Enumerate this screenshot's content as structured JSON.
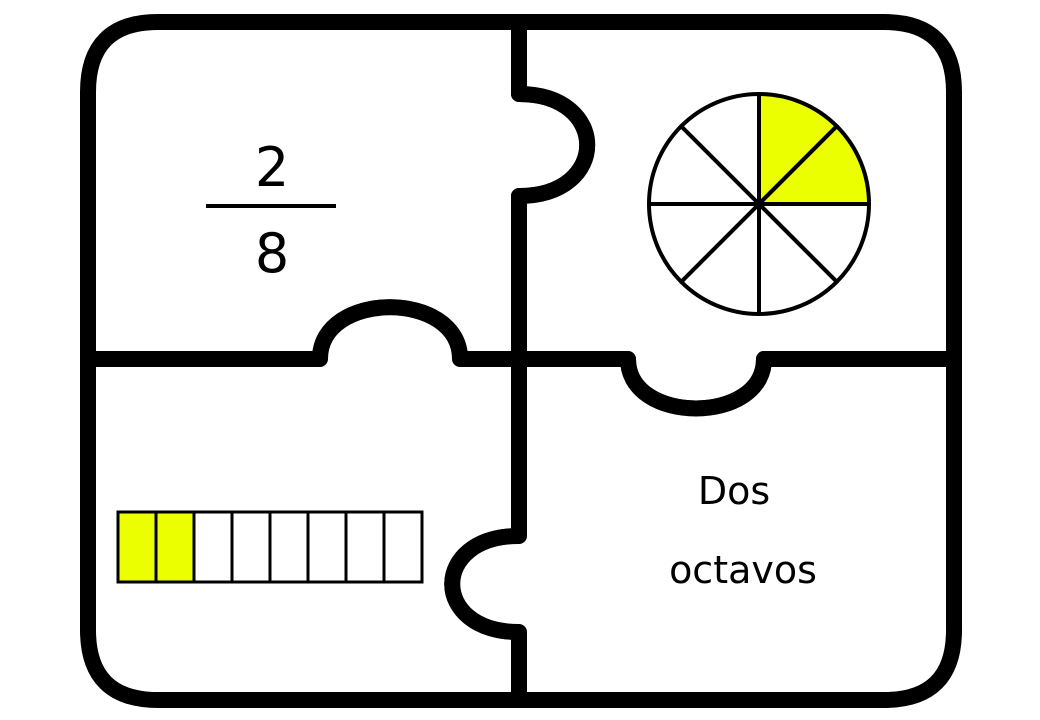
{
  "fraction": {
    "numerator": "2",
    "denominator": "8"
  },
  "words": {
    "line1": "Dos",
    "line2": "octavos"
  },
  "pie": {
    "total_slices": 8,
    "shaded_slices": 2
  },
  "bar": {
    "total_cells": 8,
    "shaded_cells": 2
  },
  "colors": {
    "fill": "#ebff00",
    "stroke": "#000000",
    "background": "#ffffff"
  }
}
